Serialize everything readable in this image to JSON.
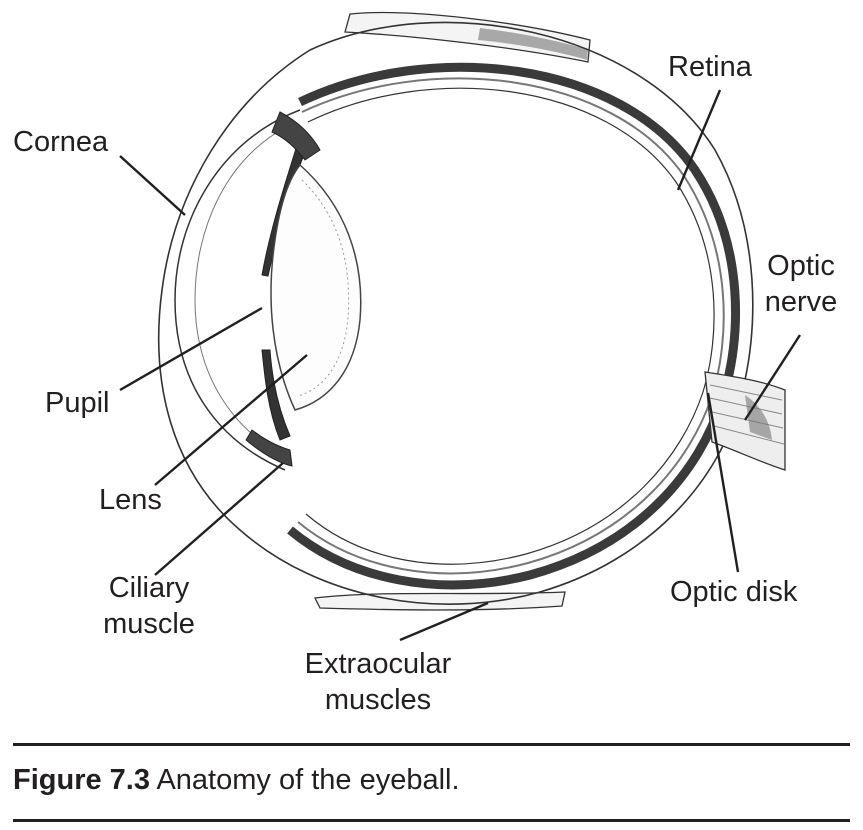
{
  "labels": {
    "cornea": "Cornea",
    "retina": "Retina",
    "optic_nerve": [
      "Optic",
      "nerve"
    ],
    "pupil": "Pupil",
    "lens": "Lens",
    "ciliary_muscle": [
      "Ciliary",
      "muscle"
    ],
    "optic_disk": "Optic disk",
    "extraocular_muscles": [
      "Extraocular",
      "muscles"
    ]
  },
  "caption": {
    "number": "Figure 7.3",
    "text": " Anatomy of the eyeball."
  },
  "colors": {
    "ink": "#231f20",
    "tissue": "#555555",
    "background": "#ffffff"
  }
}
